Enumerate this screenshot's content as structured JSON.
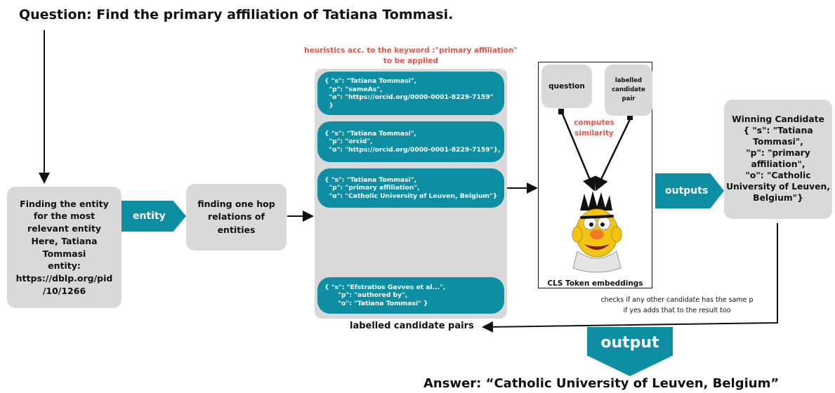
{
  "title": "Question: Find the primary affiliation of Tatiana Tommasi.",
  "step1": "Finding the entity\nfor the most\nrelevant entity\nHere, Tatiana\nTommasi\nentity:\nhttps://dblp.org/pid\n/10/1266",
  "entity_arrow": "entity",
  "step2": "finding one hop\nrelations of\nentities",
  "heuristics_note": "heuristics acc. to the keyword :\"primary affiliation\"\nto be applied",
  "candidates": [
    "{ \"s\": \"Tatiana Tommasi\",\n  \"p\": \"sameAs\",\n  \"o\": \"https://orcid.org/0000-0001-8229-7159\"\n  }",
    "{ \"s\": \"Tatiana Tommasi\",\n  \"p\": \"orcid\",\n  \"o\": \"https://orcid.org/0000-0001-8229-7159\"},",
    "{ \"s\": \"Tatiana Tommasi\",\n  \"p\": \"primary affiliation\",\n  \"o\": \"Catholic University of Leuven, Belgium\"}",
    "{ \"s\": \"Efstratios Gavves et al...\",\n      \"p\": \"authored by\",\n      \"o\": \"Tatiana Tommasi\" }"
  ],
  "candidates_label": "labelled candidate pairs",
  "cls": {
    "question": "question",
    "pair": "labelled\ncandidate\npair",
    "computes": "computes\nsimilarity",
    "caption": "CLS Token embeddings"
  },
  "outputs_arrow": "outputs",
  "winner": "Winning Candidate\n{ \"s\": \"Tatiana\nTommasi\",\n\"p\": \"primary\naffiliation\",\n\"o\": \"Catholic\nUniversity of Leuven,\nBelgium\"}",
  "check_note": "checks if any other candidate has the same p\nif yes adds that to the result too",
  "output_arrow": "output",
  "answer": "Answer: “Catholic University of Leuven, Belgium”",
  "colors": {
    "teal": "#0d8ea3",
    "grey": "#d9d9d9",
    "note_red": "#e8534a"
  }
}
